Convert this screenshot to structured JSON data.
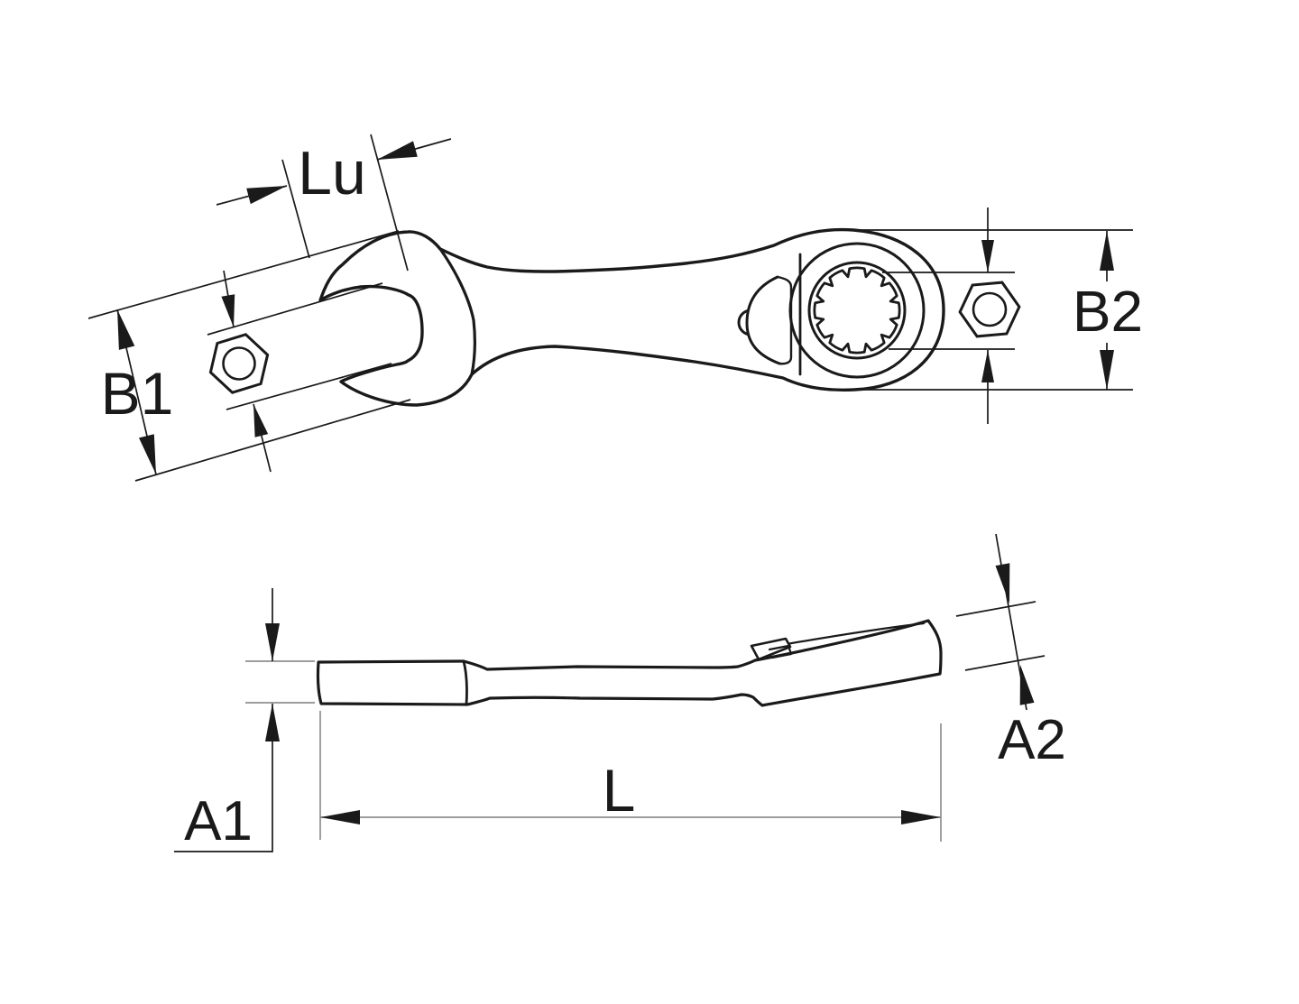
{
  "drawing": {
    "kind": "wrench-dimension-diagram",
    "colors": {
      "background": "#ffffff",
      "ink": "#1a1a1a",
      "construction": "#8f8f8f"
    }
  },
  "dimension_labels": {
    "lu": "Lu",
    "b1": "B1",
    "b2": "B2",
    "a1": "A1",
    "a2": "A2",
    "l": "L"
  }
}
